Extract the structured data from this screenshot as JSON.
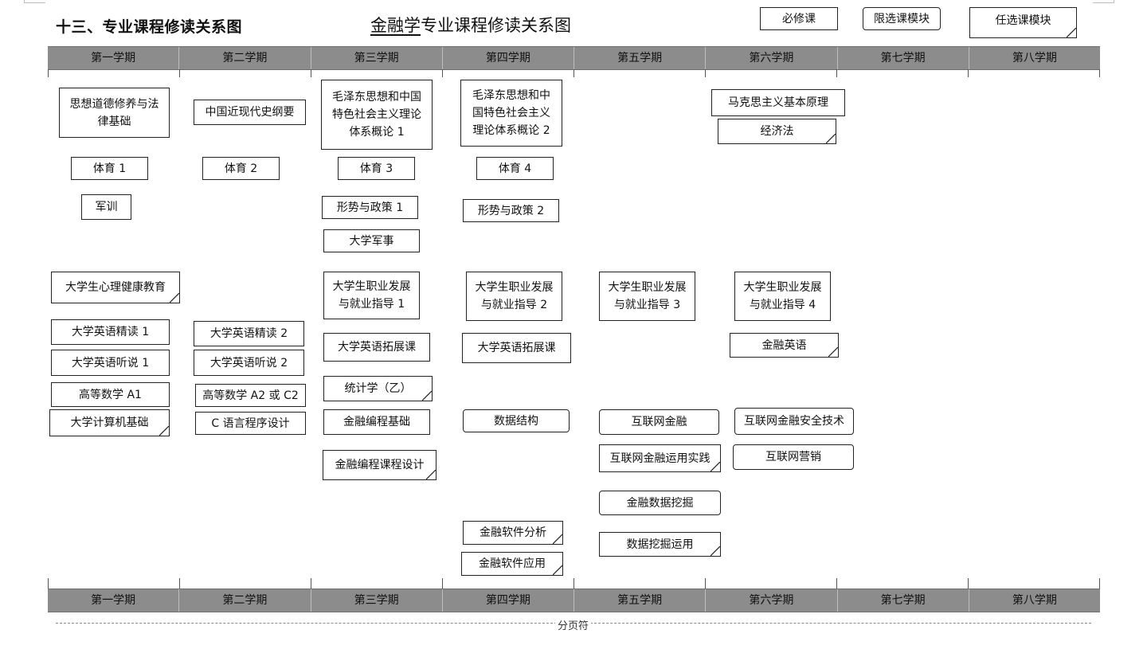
{
  "header": {
    "section_heading": "十三、专业课程修读关系图",
    "title_underlined": "金融学",
    "title_rest": "专业课程修读关系图"
  },
  "legend": {
    "required": "必修课",
    "limited": "限选课模块",
    "elective": "任选课模块"
  },
  "semesters": [
    "第一学期",
    "第二学期",
    "第三学期",
    "第四学期",
    "第五学期",
    "第六学期",
    "第七学期",
    "第八学期"
  ],
  "courses": {
    "s1": {
      "c1": "思想道德修养与法\n律基础",
      "c2": "体育 1",
      "c3": "军训",
      "c4": "大学生心理健康教育",
      "c5": "大学英语精读 1",
      "c6": "大学英语听说 1",
      "c7": "高等数学 A1",
      "c8": "大学计算机基础"
    },
    "s2": {
      "c1": "中国近现代史纲要",
      "c2": "体育 2",
      "c3": "大学英语精读 2",
      "c4": "大学英语听说 2",
      "c5": "高等数学 A2 或 C2",
      "c6": "C 语言程序设计"
    },
    "s3": {
      "c1": "毛泽东思想和中国\n特色社会主义理论\n体系概论 1",
      "c2": "体育 3",
      "c3": "形势与政策 1",
      "c4": "大学军事",
      "c5": "大学生职业发展\n与就业指导 1",
      "c6": "大学英语拓展课",
      "c7": "统计学（乙）",
      "c8": "金融编程基础",
      "c9": "金融编程课程设计"
    },
    "s4": {
      "c1": "毛泽东思想和中\n国特色社会主义\n理论体系概论 2",
      "c2": "体育 4",
      "c3": "形势与政策 2",
      "c4": "大学生职业发展\n与就业指导 2",
      "c5": "大学英语拓展课",
      "c6": "数据结构",
      "c7": "金融软件分析",
      "c8": "金融软件应用"
    },
    "s5": {
      "c1": "大学生职业发展\n与就业指导 3",
      "c2": "互联网金融",
      "c3": "互联网金融运用实践",
      "c4": "金融数据挖掘",
      "c5": "数据挖掘运用"
    },
    "s6": {
      "c1": "马克思主义基本原理",
      "c2": "经济法",
      "c3": "大学生职业发展\n与就业指导 4",
      "c4": "金融英语",
      "c5": "互联网金融安全技术",
      "c6": "互联网营销"
    }
  },
  "page_break_label": "分页符"
}
